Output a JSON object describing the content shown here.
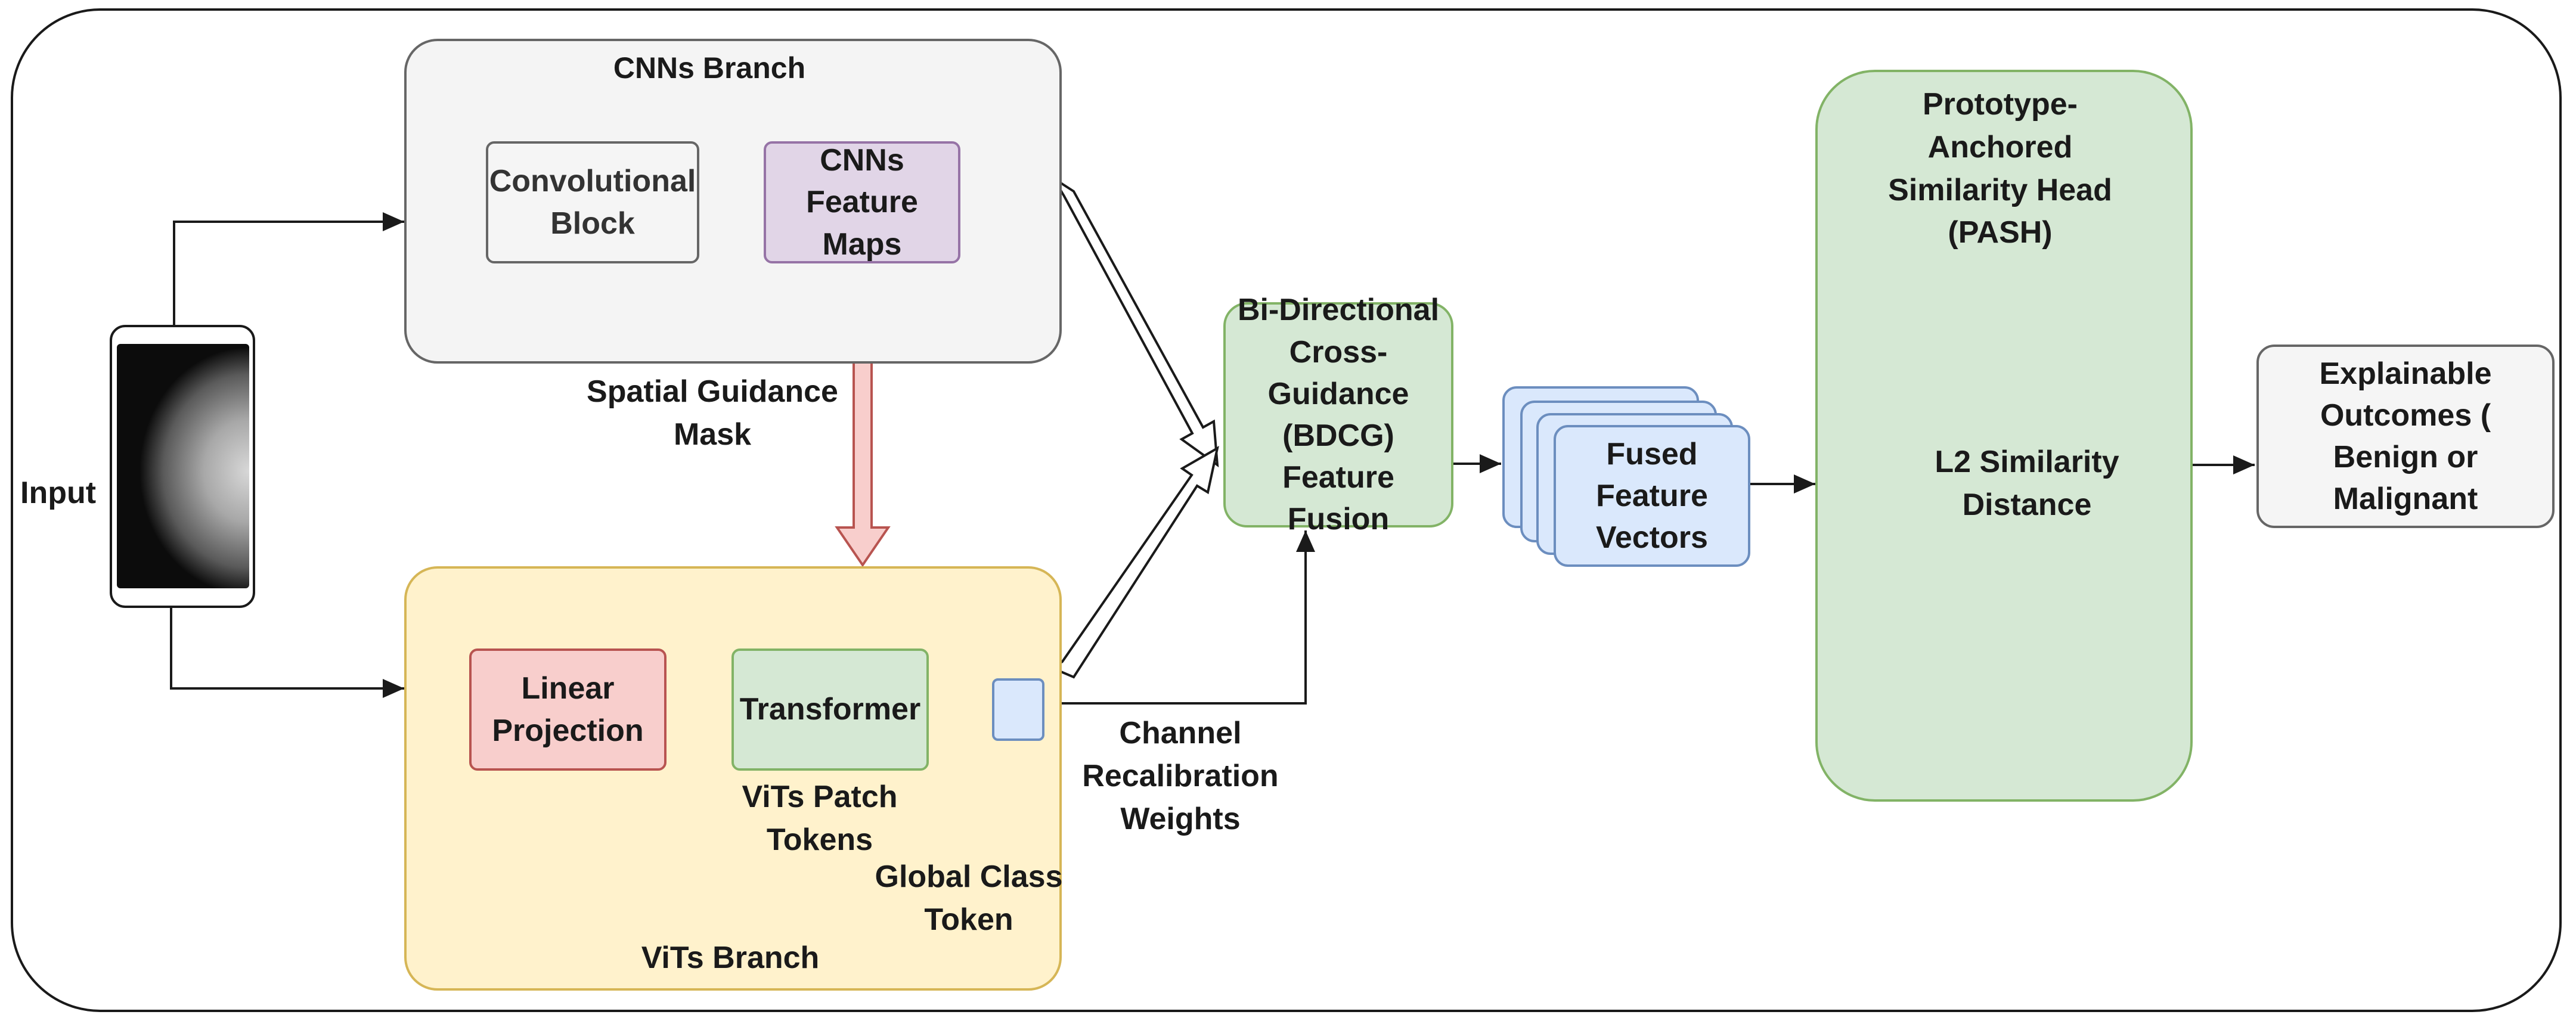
{
  "input": {
    "label": "Input"
  },
  "cnn_branch": {
    "title": "CNNs Branch",
    "conv_block": "Convolutional Block",
    "feature_maps": "CNNs Feature Maps"
  },
  "spatial_mask": "Spatial Guidance Mask",
  "vit_branch": {
    "title": "ViTs Branch",
    "linear_projection": "Linear Projection",
    "transformer": "Transformer",
    "patch_tokens": "ViTs Patch Tokens",
    "global_class_token": "Global Class Token"
  },
  "channel_weights": "Channel Recalibration Weights",
  "bdcg": "Bi-Directional Cross-Guidance (BDCG) Feature Fusion",
  "fused": "Fused Feature Vectors",
  "pash": {
    "title": "Prototype-Anchored Similarity Head (PASH)",
    "distance": "L2 Similarity Distance"
  },
  "outcome": "Explainable Outcomes ( Benign or Malignant",
  "colors": {
    "cnn_branch_fill": "#f4f4f4",
    "vit_branch_fill": "#fff2cc",
    "green_fill": "#d5e8d4",
    "blue_fill": "#dae8fc",
    "purple_fill": "#e1d5e7",
    "red_fill": "#f8cecc",
    "orange_fill": "#ffe6cc",
    "grey_fill": "#f5f5f5",
    "mask_arrow": "#f8cecc"
  }
}
